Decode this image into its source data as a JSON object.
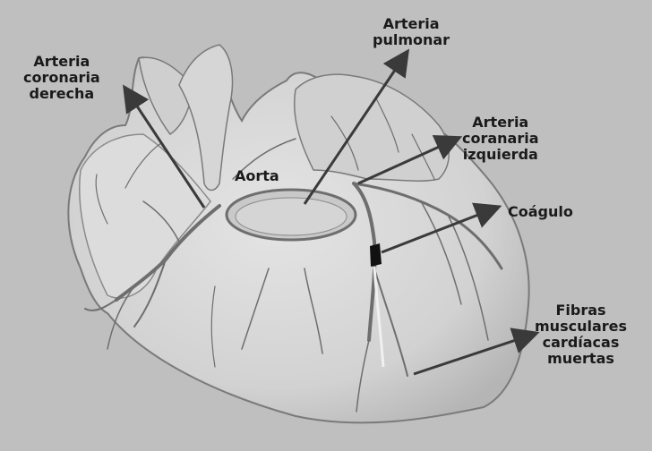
{
  "labels": {
    "arteria_coronaria_derecha": [
      "Arteria",
      "coronaria",
      "derecha"
    ],
    "arteria_pulmonar": [
      "Arteria",
      "pulmonar"
    ],
    "arteria_coronaria_izquierda": [
      "Arteria",
      "coranaria",
      "izquierda"
    ],
    "aorta": "Aorta",
    "coagulo": "Coágulo",
    "fibras_musculares": [
      "Fibras",
      "musculares",
      "cardíacas",
      "muertas"
    ]
  },
  "colors": {
    "background": "#bfbfbf",
    "heart_fill": "#d8d8d8",
    "heart_shadow": "#a9a9a9",
    "vessel": "#6e6e6e",
    "arrow": "#3a3a3a",
    "clot": "#111111"
  }
}
